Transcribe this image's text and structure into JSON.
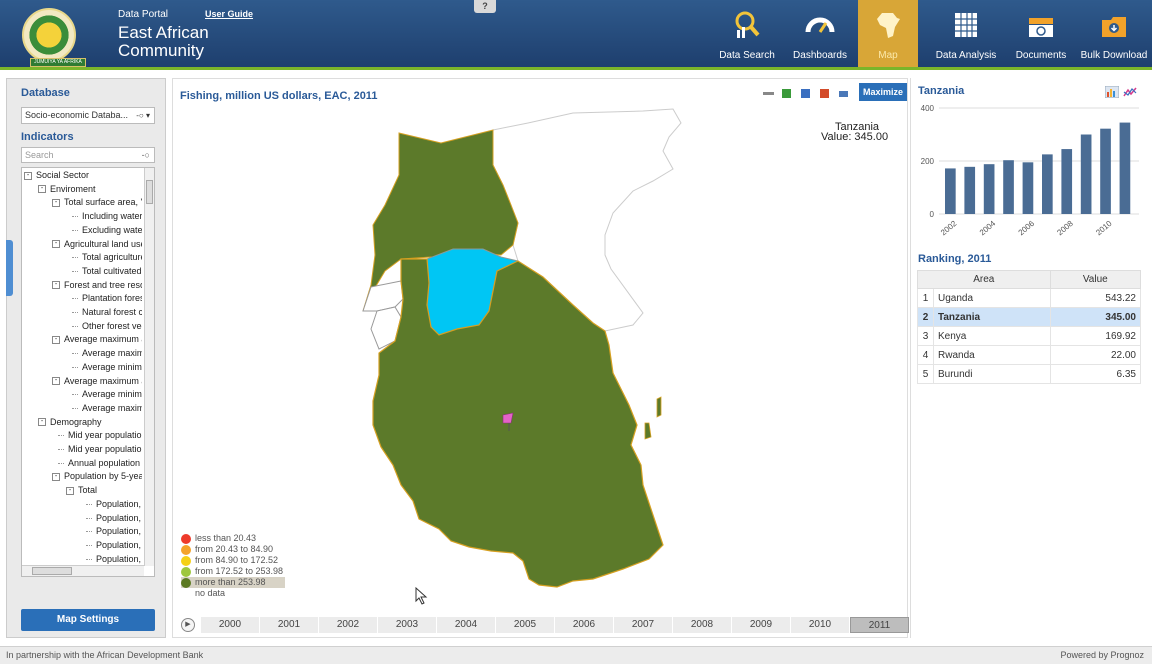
{
  "header": {
    "portal_label": "Data Portal",
    "org_line1": "East African",
    "org_line2": "Community",
    "user_guide": "User Guide",
    "help": "?",
    "logo_ribbon": "JUMUIYA YA AFRIKA MASHARIKI",
    "nav": [
      {
        "label": "Data Search",
        "icon": "magnifier-chart-icon"
      },
      {
        "label": "Dashboards",
        "icon": "gauge-icon"
      },
      {
        "label": "Map",
        "icon": "africa-map-icon",
        "active": true
      },
      {
        "label": "Data Analysis",
        "icon": "grid-table-icon"
      },
      {
        "label": "Documents",
        "icon": "folder-camera-icon"
      },
      {
        "label": "Bulk Download",
        "icon": "download-box-icon"
      }
    ]
  },
  "left": {
    "database_heading": "Database",
    "database_value": "Socio-economic Databa...",
    "indicators_heading": "Indicators",
    "search_placeholder": "Search",
    "tree": [
      {
        "label": "Social Sector",
        "level": 0,
        "toggle": "-"
      },
      {
        "label": "Enviroment",
        "level": 1,
        "toggle": "-"
      },
      {
        "label": "Total surface area, '",
        "level": 2,
        "toggle": "-"
      },
      {
        "label": "Including water l",
        "level": 3
      },
      {
        "label": "Excluding water",
        "level": 3
      },
      {
        "label": "Agricultural land use",
        "level": 2,
        "toggle": "-"
      },
      {
        "label": "Total agriculture",
        "level": 3
      },
      {
        "label": "Total cultivated a",
        "level": 3
      },
      {
        "label": "Forest and tree reso",
        "level": 2,
        "toggle": "-"
      },
      {
        "label": "Plantation forest",
        "level": 3
      },
      {
        "label": "Natural forest co",
        "level": 3
      },
      {
        "label": "Other forest veg",
        "level": 3
      },
      {
        "label": "Average maximum a",
        "level": 2,
        "toggle": "-"
      },
      {
        "label": "Average maximu",
        "level": 3
      },
      {
        "label": "Average minimu",
        "level": 3
      },
      {
        "label": "Average maximum a",
        "level": 2,
        "toggle": "-"
      },
      {
        "label": "Average minimu",
        "level": 3
      },
      {
        "label": "Average maximu",
        "level": 3
      },
      {
        "label": "Demography",
        "level": 1,
        "toggle": "-"
      },
      {
        "label": "Mid year population,",
        "level": 2
      },
      {
        "label": "Mid year population",
        "level": 2
      },
      {
        "label": "Annual population g",
        "level": 2
      },
      {
        "label": "Population by 5-yea",
        "level": 2,
        "toggle": "-"
      },
      {
        "label": "Total",
        "level": 3,
        "toggle": "-"
      },
      {
        "label": "Population, (",
        "level": 4
      },
      {
        "label": "Population, 5",
        "level": 4
      },
      {
        "label": "Population, '",
        "level": 4
      },
      {
        "label": "Population, '",
        "level": 4
      },
      {
        "label": "Population, 2",
        "level": 4
      }
    ],
    "map_settings": "Map Settings"
  },
  "center": {
    "title": "Fishing, million US dollars, EAC, 2011",
    "maximize": "Maximize",
    "tooltip_country": "Tanzania",
    "tooltip_value": "Value: 345.00",
    "legend": [
      {
        "label": "less than 20.43",
        "color": "#ee3b2b"
      },
      {
        "label": "from 20.43 to 84.90",
        "color": "#f4a32a"
      },
      {
        "label": "from 84.90 to 172.52",
        "color": "#f5d016"
      },
      {
        "label": "from 172.52 to 253.98",
        "color": "#9ec73d"
      },
      {
        "label": "more than 253.98",
        "color": "#5c7a22",
        "highlight": true
      },
      {
        "label": "no data",
        "color": ""
      }
    ],
    "years": [
      "2000",
      "2001",
      "2002",
      "2003",
      "2004",
      "2005",
      "2006",
      "2007",
      "2008",
      "2009",
      "2010",
      "2011"
    ],
    "selected_year": "2011",
    "colors": {
      "high": "#5c7a2a",
      "selected": "#00c6f4",
      "nodata": "#ffffff",
      "border": "#d6a021"
    }
  },
  "right": {
    "title": "Tanzania",
    "ranking_title": "Ranking, 2011",
    "table_headers": [
      "Area",
      "Value"
    ],
    "ranking": [
      {
        "rank": "1",
        "area": "Uganda",
        "value": "543.22"
      },
      {
        "rank": "2",
        "area": "Tanzania",
        "value": "345.00",
        "selected": true
      },
      {
        "rank": "3",
        "area": "Kenya",
        "value": "169.92"
      },
      {
        "rank": "4",
        "area": "Rwanda",
        "value": "22.00"
      },
      {
        "rank": "5",
        "area": "Burundi",
        "value": "6.35"
      }
    ]
  },
  "chart_data": {
    "type": "bar",
    "x": [
      2002,
      2003,
      2004,
      2005,
      2006,
      2007,
      2008,
      2009,
      2010,
      2011
    ],
    "values": [
      172,
      178,
      188,
      203,
      195,
      225,
      245,
      300,
      322,
      345
    ],
    "tick_labels": [
      "2002",
      "2004",
      "2006",
      "2008",
      "2010"
    ],
    "ylim": [
      0,
      400
    ],
    "yticks": [
      0,
      200,
      400
    ],
    "color": "#4a6c94",
    "grid": true
  },
  "footer": {
    "left": "In partnership with the African Development Bank",
    "right": "Powered by Prognoz"
  }
}
